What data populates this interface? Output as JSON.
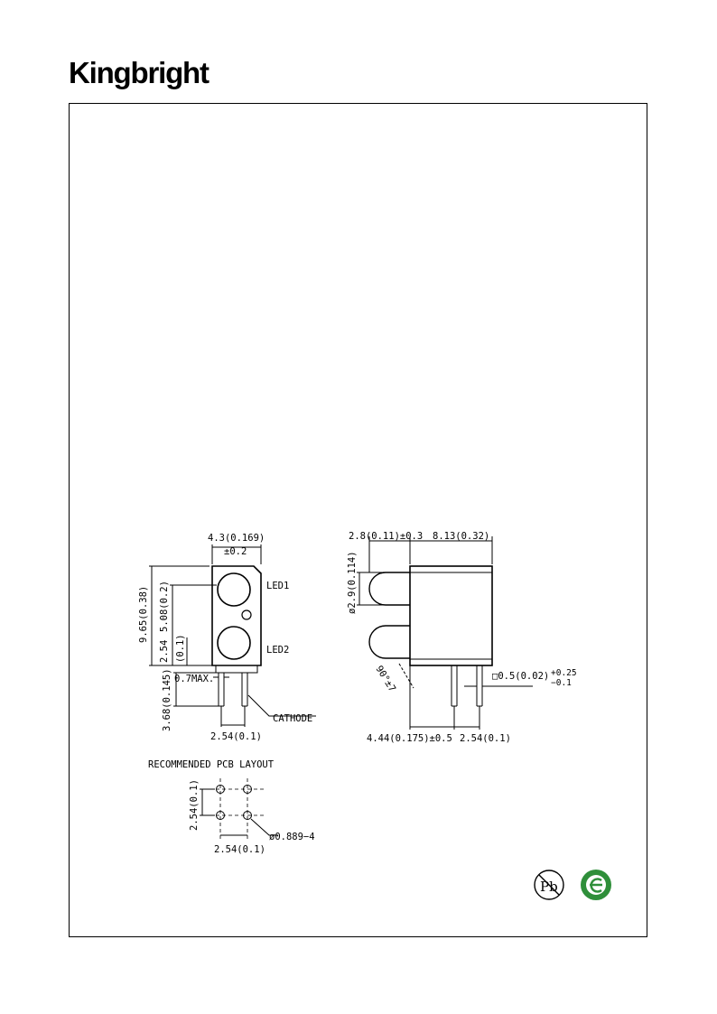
{
  "header": {
    "brand": "Kingbright"
  },
  "front_view": {
    "width_dim": "4.3(0.169)",
    "width_tol": "±0.2",
    "height_dim": "9.65(0.38)",
    "led_pitch_dim": "5.08(0.2)",
    "lower_dim": "2.54",
    "lower_dim_inch": "(0.1)",
    "lead_length_dim": "3.68(0.145)",
    "lead_max": "0.7MAX.",
    "lead_pitch_dim": "2.54(0.1)",
    "led1_label": "LED1",
    "led2_label": "LED2",
    "cathode_label": "CATHODE"
  },
  "side_view": {
    "lens_dim": "2.8(0.11)±0.3",
    "body_dim": "8.13(0.32)",
    "lens_dia_dim": "ø2.9(0.114)",
    "angle_dim": "90°±7",
    "lead_sq_dim": "□0.5(0.02)",
    "lead_sq_tol_plus": "+0.25",
    "lead_sq_tol_minus": "−0.1",
    "offset_dim": "4.44(0.175)±0.5",
    "pitch_dim": "2.54(0.1)"
  },
  "pcb_layout": {
    "title": "RECOMMENDED PCB LAYOUT",
    "vertical_dim": "2.54(0.1)",
    "horizontal_dim": "2.54(0.1)",
    "hole_dim": "ø0.889−4"
  },
  "badges": {
    "pb_free": "Pb"
  }
}
